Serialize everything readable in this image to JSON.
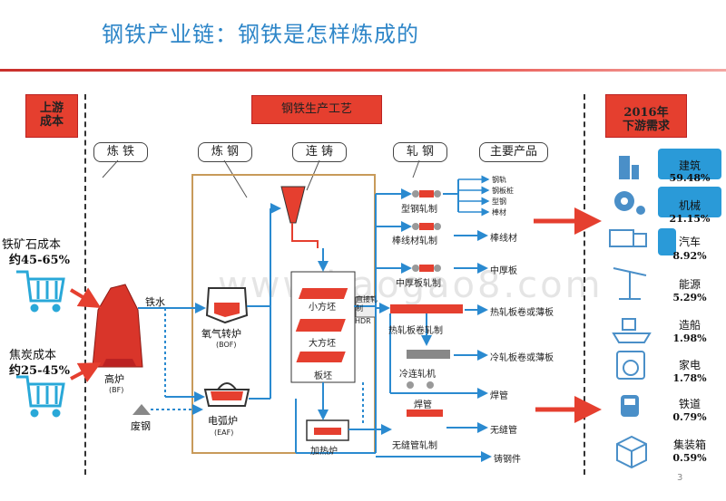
{
  "slide": {
    "title": "钢铁产业链：钢铁是怎样炼成的",
    "page_number": "3",
    "watermark": "www.baogao8.com"
  },
  "headers": {
    "upstream": "上游成本",
    "process": "钢铁生产工艺",
    "downstream_year": "2016年",
    "downstream": "下游需求"
  },
  "stages": [
    "炼 铁",
    "炼 钢",
    "连 铸",
    "轧 钢",
    "主要产品"
  ],
  "inputs": {
    "ore_line1": "铁矿石成本",
    "ore_line2": "约45-65%",
    "coke_line1": "焦炭成本",
    "coke_line2": "约25-45%"
  },
  "process": {
    "blast_furnace": "高炉",
    "blast_furnace_en": "(BF)",
    "molten_iron": "铁水",
    "scrap": "废钢",
    "bof": "氧气转炉",
    "bof_en": "(BOF)",
    "eaf": "电弧炉",
    "eaf_en": "(EAF)",
    "small_billet": "小方坯",
    "large_billet": "大方坯",
    "slab": "板坯",
    "hdr_label": "直接轧制",
    "hdr": "HDR",
    "reheat": "加热炉"
  },
  "rolling": [
    "型钢轧制",
    "棒线材轧制",
    "中厚板轧制",
    "热轧板卷轧制",
    "冷连轧机",
    "焊管",
    "无缝管轧制"
  ],
  "products": {
    "section_list": [
      "钢轨",
      "钢板桩",
      "型钢",
      "棒材"
    ],
    "wire": "棒线材",
    "plate": "中厚板",
    "hot_coil": "热轧板卷或薄板",
    "cold_coil": "冷轧板卷或薄板",
    "welded_pipe": "焊管",
    "seamless": "无缝管",
    "casting": "铸钢件"
  },
  "demand": [
    {
      "name": "建筑",
      "value": "59.48%",
      "icon": "building-icon"
    },
    {
      "name": "机械",
      "value": "21.15%",
      "icon": "gear-icon"
    },
    {
      "name": "汽车",
      "value": "8.92%",
      "icon": "truck-icon"
    },
    {
      "name": "能源",
      "value": "5.29%",
      "icon": "pumpjack-icon"
    },
    {
      "name": "造船",
      "value": "1.98%",
      "icon": "ship-icon"
    },
    {
      "name": "家电",
      "value": "1.78%",
      "icon": "washer-icon"
    },
    {
      "name": "铁道",
      "value": "0.79%",
      "icon": "train-icon"
    },
    {
      "name": "集装箱",
      "value": "0.59%",
      "icon": "container-icon"
    }
  ],
  "colors": {
    "accent_blue": "#2a9ad8",
    "title_blue": "#2e86c8",
    "red": "#e53f2f",
    "flow_blue": "#2a8ad0"
  }
}
